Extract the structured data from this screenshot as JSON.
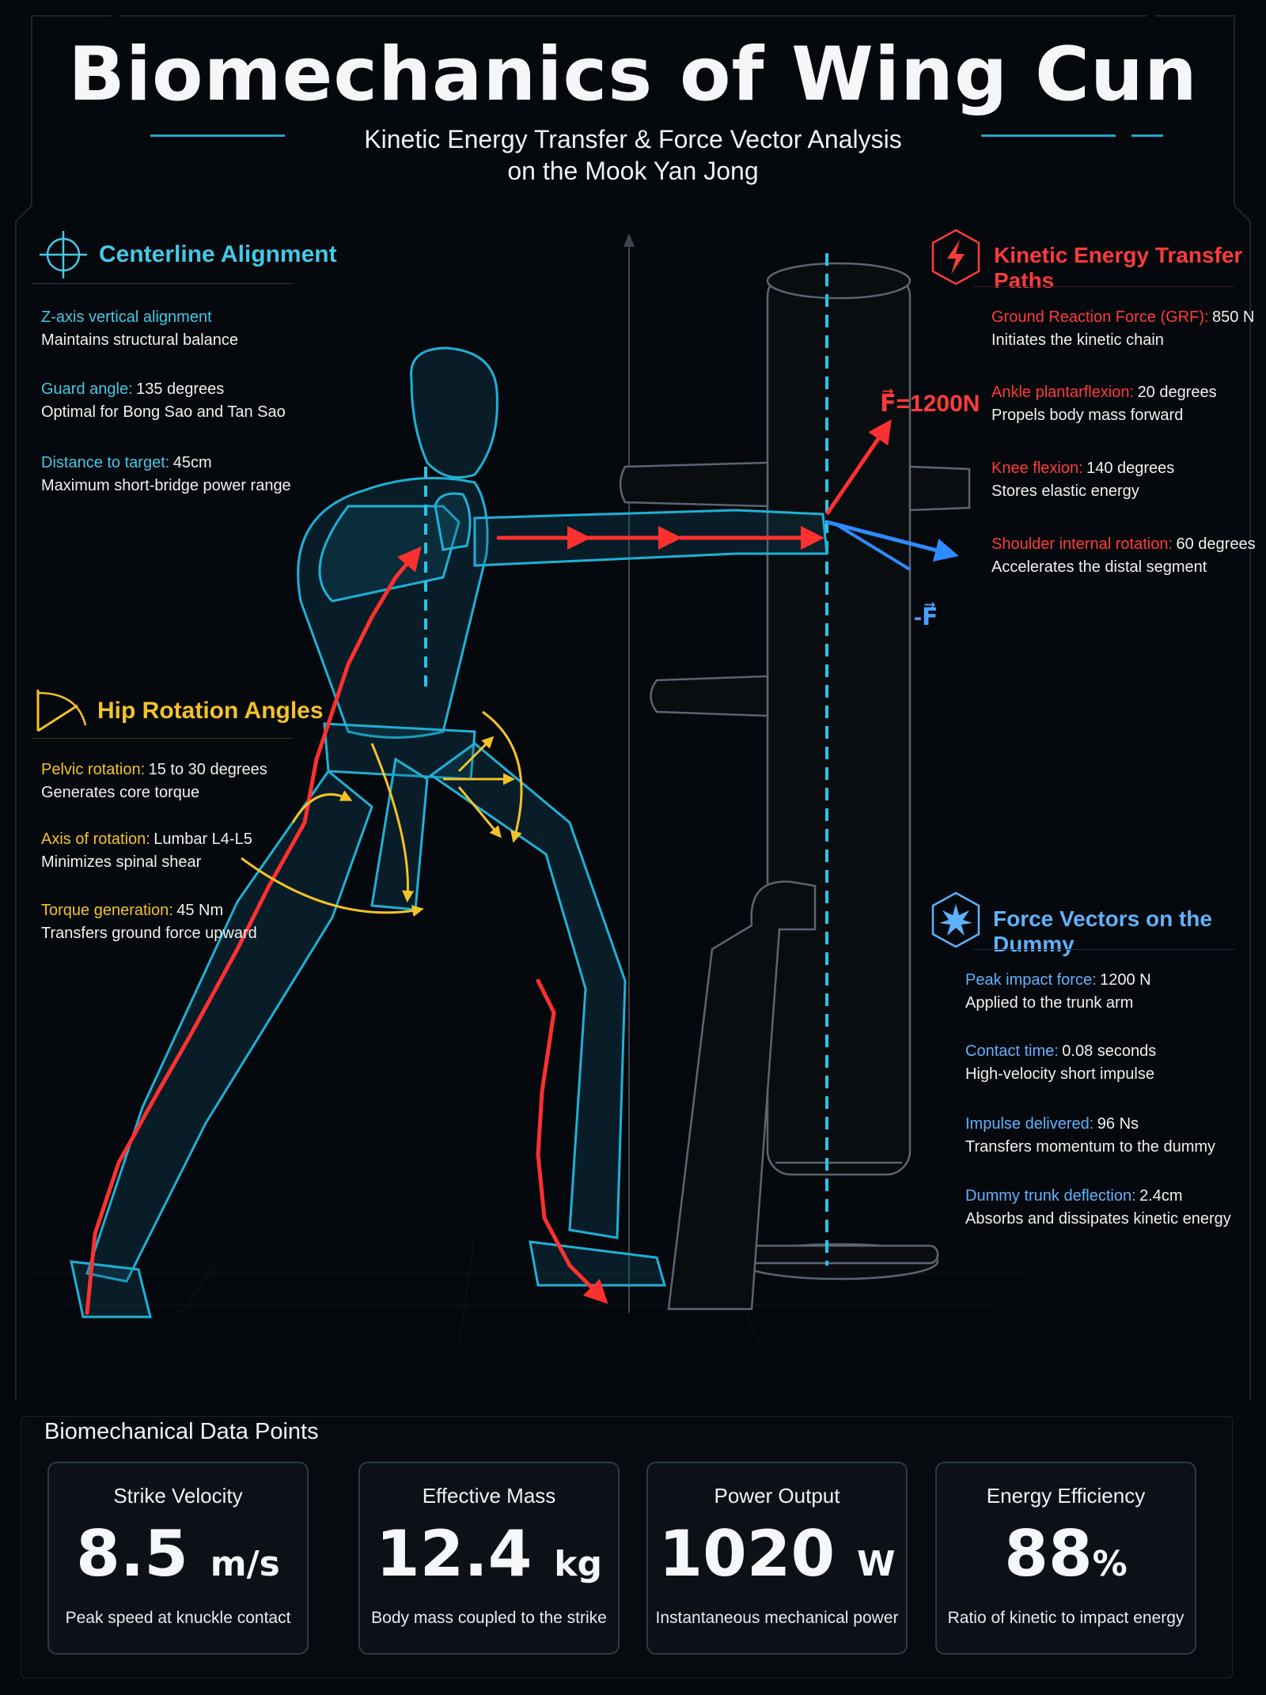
{
  "header": {
    "title": "Biomechanics of Wing Cun",
    "subtitle_line1": "Kinetic Energy Transfer & Force Vector Analysis",
    "subtitle_line2": "on the Mook Yan Jong"
  },
  "centerline": {
    "title": "Centerline Alignment",
    "icon": "crosshair-icon",
    "items": [
      {
        "key": "Z-axis vertical alignment",
        "value": "",
        "desc": "Maintains structural balance"
      },
      {
        "key": "Guard angle:",
        "value": "135 degrees",
        "desc": "Optimal for Bong Sao and Tan Sao"
      },
      {
        "key": "Distance to target:",
        "value": "45cm",
        "desc": "Maximum short-bridge power range"
      }
    ]
  },
  "hip": {
    "title": "Hip Rotation Angles",
    "icon": "angle-arc-icon",
    "items": [
      {
        "key": "Pelvic rotation:",
        "value": "15 to 30 degrees",
        "desc": "Generates core torque"
      },
      {
        "key": "Axis of rotation:",
        "value": "Lumbar L4-L5",
        "desc": "Minimizes spinal shear"
      },
      {
        "key": "Torque generation:",
        "value": "45 Nm",
        "desc": "Transfers ground force upward"
      }
    ]
  },
  "kinetic": {
    "title": "Kinetic Energy Transfer Paths",
    "icon": "lightning-icon",
    "items": [
      {
        "key": "Ground Reaction Force (GRF):",
        "value": "850 N",
        "desc": "Initiates the kinetic chain"
      },
      {
        "key": "Ankle plantarflexion:",
        "value": "20 degrees",
        "desc": "Propels body mass forward"
      },
      {
        "key": "Knee flexion:",
        "value": "140 degrees",
        "desc": "Stores elastic energy"
      },
      {
        "key": "Shoulder internal rotation:",
        "value": "60 degrees",
        "desc": "Accelerates the distal segment"
      }
    ]
  },
  "force": {
    "title": "Force Vectors on the Dummy",
    "icon": "impact-burst-icon",
    "items": [
      {
        "key": "Peak impact force:",
        "value": "1200 N",
        "desc": "Applied to the trunk arm"
      },
      {
        "key": "Contact time:",
        "value": "0.08 seconds",
        "desc": "High-velocity short impulse"
      },
      {
        "key": "Impulse delivered:",
        "value": "96 Ns",
        "desc": "Transfers momentum to the dummy"
      },
      {
        "key": "Dummy trunk deflection:",
        "value": "2.4cm",
        "desc": "Absorbs and dissipates kinetic energy"
      }
    ]
  },
  "diagram": {
    "force_label": "F⃗=1200N",
    "reaction_label": "-F⃗"
  },
  "bottom": {
    "title": "Biomechanical Data Points",
    "cards": [
      {
        "label": "Strike Velocity",
        "value": "8.5",
        "unit": "m/s",
        "desc": "Peak speed at knuckle contact"
      },
      {
        "label": "Effective Mass",
        "value": "12.4",
        "unit": "kg",
        "desc": "Body mass coupled to the strike"
      },
      {
        "label": "Power Output",
        "value": "1020",
        "unit": "W",
        "desc": "Instantaneous mechanical power"
      },
      {
        "label": "Energy Efficiency",
        "value": "88",
        "unit": "%",
        "desc": "Ratio of kinetic to impact energy"
      }
    ]
  },
  "colors": {
    "cyan": "#45c8e6",
    "yellow": "#f2c22a",
    "red": "#ff3b3b",
    "blue": "#5fb2ff"
  }
}
